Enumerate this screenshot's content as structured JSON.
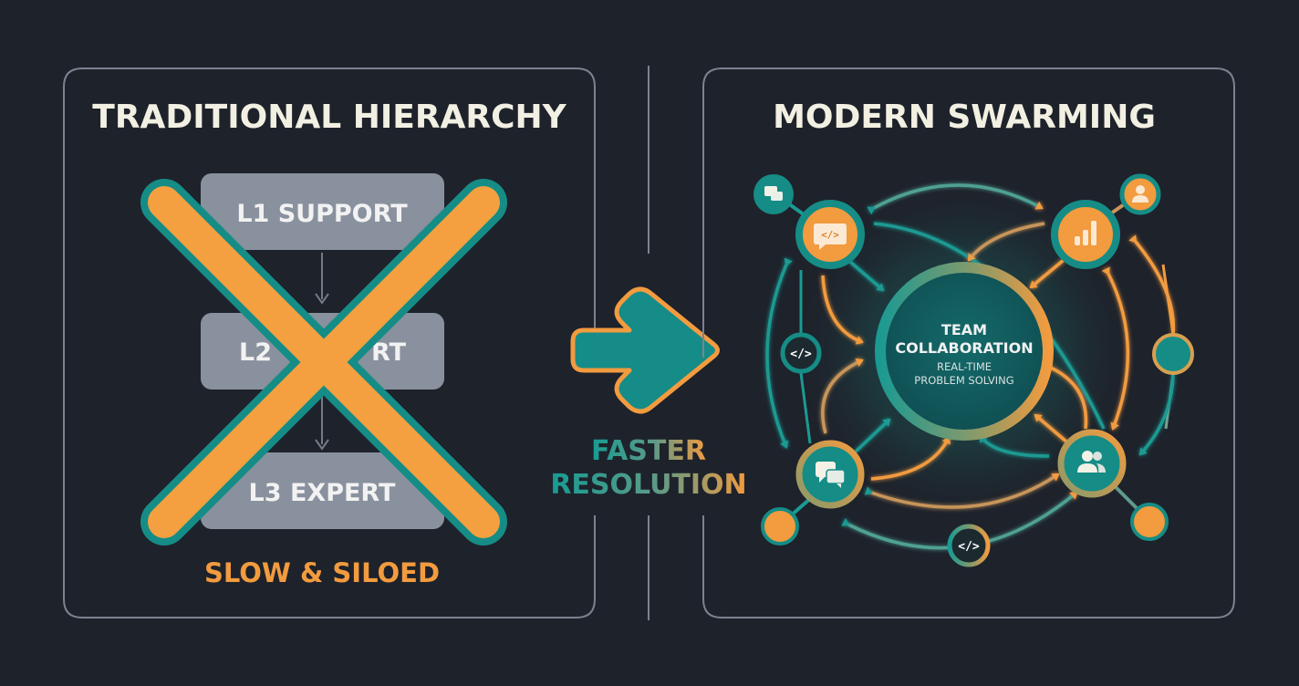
{
  "left_panel": {
    "title": "TRADITIONAL HIERARCHY",
    "boxes": [
      {
        "label": "L1 SUPPORT"
      },
      {
        "label": "L2 SUPPORT",
        "visible_left": "L2",
        "visible_right": "RT"
      },
      {
        "label": "L3 EXPERT"
      }
    ],
    "footer": "SLOW & SILOED",
    "overlay_icon": "crossed-out-x"
  },
  "transition": {
    "arrow_icon": "right-arrow",
    "label_line1": "FASTER",
    "label_line2": "RESOLUTION"
  },
  "right_panel": {
    "title": "MODERN SWARMING",
    "hub": {
      "title_line1": "TEAM",
      "title_line2": "COLLABORATION",
      "subtitle_line1": "REAL-TIME",
      "subtitle_line2": "PROBLEM SOLVING"
    },
    "nodes": [
      {
        "id": "code-chat",
        "icon": "code-chat-icon",
        "glyph": "</>"
      },
      {
        "id": "chart",
        "icon": "bar-chart-icon"
      },
      {
        "id": "chat",
        "icon": "chat-bubbles-icon"
      },
      {
        "id": "users",
        "icon": "users-icon"
      },
      {
        "id": "code-left",
        "icon": "code-icon",
        "glyph": "</>"
      },
      {
        "id": "code-bottom",
        "icon": "code-icon",
        "glyph": "</>"
      },
      {
        "id": "small-chat",
        "icon": "chat-bubbles-icon"
      },
      {
        "id": "small-person",
        "icon": "person-icon"
      }
    ]
  },
  "colors": {
    "background": "#1e222b",
    "panel_border": "#7d8290",
    "box_fill": "#8a919e",
    "teal": "#178f8a",
    "orange": "#f29b3f",
    "title_text": "#f2f0e2"
  }
}
